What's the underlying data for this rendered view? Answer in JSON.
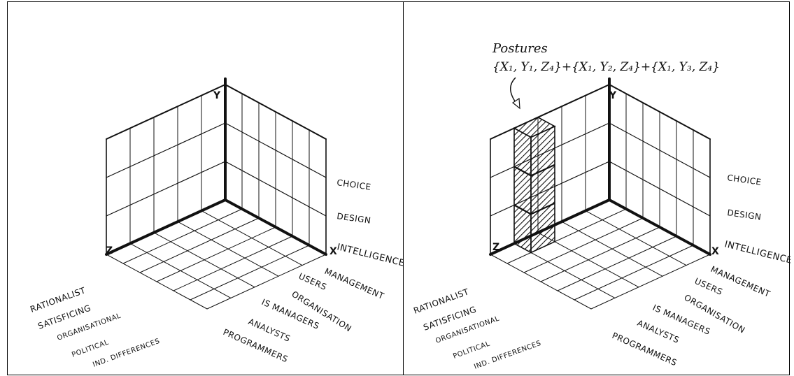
{
  "left_panel": {
    "axes": {
      "y": "Y",
      "x": "X",
      "z": "Z"
    },
    "y_levels": [
      "CHOICE",
      "DESIGN",
      "INTELLIGENCE"
    ],
    "x_labels": [
      "MANAGEMENT",
      "USERS",
      "ORGANISATION",
      "IS MANAGERS",
      "ANALYSTS",
      "PROGRAMMERS"
    ],
    "z_labels": [
      "RATIONALIST",
      "SATISFICING",
      "ORGANISATIONAL",
      "POLITICAL",
      "IND. DIFFERENCES"
    ]
  },
  "right_panel": {
    "axes": {
      "y": "Y",
      "x": "X",
      "z": "Z"
    },
    "y_levels": [
      "CHOICE",
      "DESIGN",
      "INTELLIGENCE"
    ],
    "x_labels": [
      "MANAGEMENT",
      "USERS",
      "ORGANISATION",
      "IS MANAGERS",
      "ANALYSTS",
      "PROGRAMMERS"
    ],
    "z_labels": [
      "RATIONALIST",
      "SATISFICING",
      "ORGANISATIONAL",
      "POLITICAL",
      "IND. DIFFERENCES"
    ],
    "annotation_title": "Postures",
    "annotation_formula": "{X₁, Y₁, Z₄}+{X₁, Y₂, Z₄}+{X₁, Y₃, Z₄}"
  }
}
